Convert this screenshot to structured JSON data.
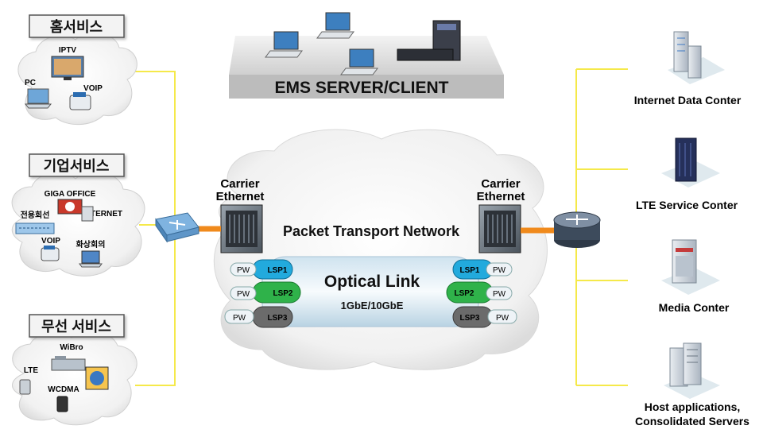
{
  "left_groups": [
    {
      "title": "홈서비스",
      "items": [
        "IPTV",
        "PC",
        "VOIP"
      ]
    },
    {
      "title": "기업서비스",
      "items": [
        "GIGA OFFICE",
        "전용회선",
        "INTERNET",
        "VOIP",
        "화상회의"
      ]
    },
    {
      "title": "무선 서비스",
      "items": [
        "WiBro",
        "LTE",
        "WCDMA"
      ]
    }
  ],
  "ems": {
    "label": "EMS SERVER/CLIENT"
  },
  "center": {
    "network_label": "Packet Transport Network",
    "carrier_left": [
      "Carrier",
      "Ethernet"
    ],
    "carrier_right": [
      "Carrier",
      "Ethernet"
    ],
    "optical_title": "Optical Link",
    "optical_sub": "1GbE/10GbE",
    "lsps": [
      "LSP1",
      "LSP2",
      "LSP3"
    ],
    "pw": "PW"
  },
  "right_services": [
    "Internet Data Conter",
    "LTE Service Conter",
    "Media Conter",
    "Host applications,",
    "Consolidated Servers"
  ],
  "colors": {
    "connector": "#f5e94a",
    "accent_orange": "#f08a1c",
    "lsp1": "#22aadd",
    "lsp2": "#2fb24a",
    "lsp3": "#6b6b6b"
  }
}
